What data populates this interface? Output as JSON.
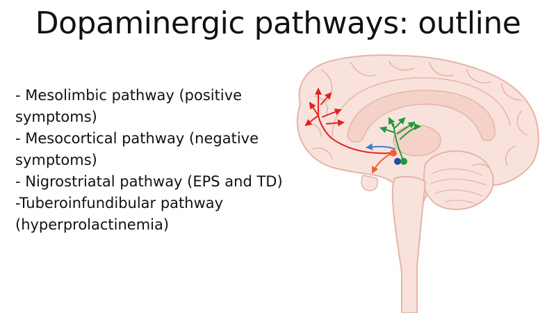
{
  "slide": {
    "title": "Dopaminergic pathways: outline",
    "bullets": [
      "- Mesolimbic pathway (positive symptoms)",
      "- Mesocortical pathway (negative symptoms)",
      "- Nigrostriatal pathway (EPS and TD)",
      "-Tuberoinfundibular pathway (hyperprolactinemia)"
    ]
  },
  "illustration": {
    "colors": {
      "brain_fill": "#f9e2dc",
      "brain_outline": "#e5b4a8",
      "mesocortical": "#e02020",
      "mesolimbic": "#e8642a",
      "nigrostriatal": "#1f9a3a",
      "tuberoinfundibular": "#3a7fd0",
      "vta_dot": "#e8642a",
      "substantia_nigra_dot": "#1f9a3a",
      "hypothalamus_dot": "#1f4fa0"
    }
  }
}
